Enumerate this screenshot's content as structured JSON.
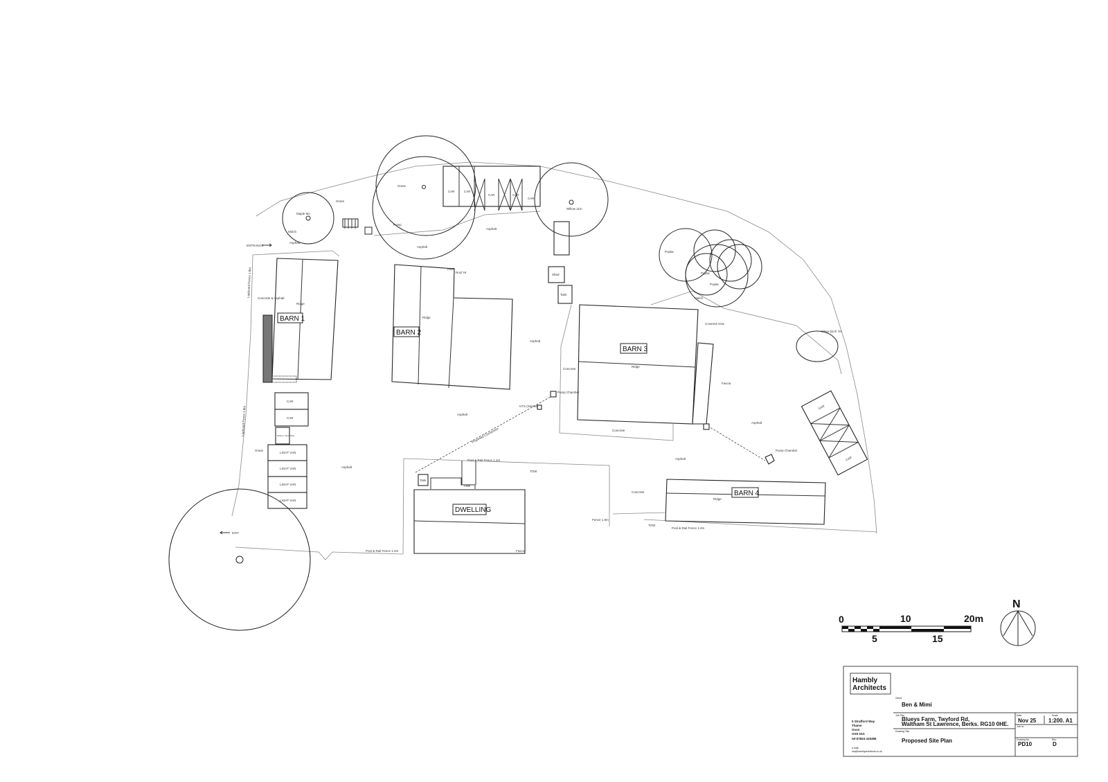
{
  "buildings": {
    "barn1": "BARN 1",
    "barn2": "BARN 2",
    "barn3": "BARN 3",
    "barn4": "BARN 4",
    "dwelling": "DWELLING"
  },
  "labels": {
    "entrance": "ENTRANCE",
    "exit": "EXIT",
    "grass": "Grass",
    "asphalt": "Asphalt",
    "concrete": "Concrete",
    "concrete_asphalt": "Concrete & Asphalt",
    "ridge": "Ridge",
    "car": "CAR",
    "light_van": "LIGHT VAN",
    "refuse": "Refuse / Recycling",
    "shed": "Shed",
    "tank": "Tank",
    "path": "Path",
    "fascia": "Fascia",
    "tow": "TOW",
    "post_rail": "Post & Rail Fence 1.2m",
    "fence": "Fence 1.8m",
    "willow": "Willow 11m",
    "maple": "Maple 8m",
    "silver_birch": "Silver birch 7m",
    "poplar": "Poplar",
    "mulch": "Mulch",
    "covered_area": "Covered Area",
    "pump_chamber": "Pump Chamber",
    "roof_ht": "Roof Ht",
    "rwp": "RWP",
    "pump": "Pump",
    "proposed_connection": "Proposed Connection",
    "uts": "UTS (Seized)",
    "fence_left": "Lapboard Fence 1.8m"
  },
  "scale_bar": {
    "top": [
      "0",
      "10",
      "20m"
    ],
    "bottom": [
      "5",
      "15"
    ]
  },
  "north": "N",
  "title_block": {
    "firm_line1": "Hambly",
    "firm_line2": "Architects",
    "address": [
      "5 Strafford Way",
      "Thame",
      "Oxon",
      "OX9 3XX",
      "tel:07824 415386"
    ],
    "email_label": "e.mail:",
    "email": "ian@hamblyarchitects.co.uk",
    "client_label": "Client",
    "client": "Ben & Mimi",
    "job_title_label": "Job Title",
    "job_title_line1": "Blueys Farm, Twyford Rd,",
    "job_title_line2": "Waltham St Lawrence, Berks. RG10 0HE.",
    "drawing_title_label": "Drawing Title",
    "drawing_title": "Proposed Site Plan",
    "date_label": "Date",
    "date": "Nov 25",
    "scale_label": "Scale",
    "scale": "1:200. A1",
    "job_no_label": "Job no",
    "drawing_no_label": "Drawing No",
    "drawing_no": "PD10",
    "rev_label": "Rev",
    "rev": "D"
  }
}
